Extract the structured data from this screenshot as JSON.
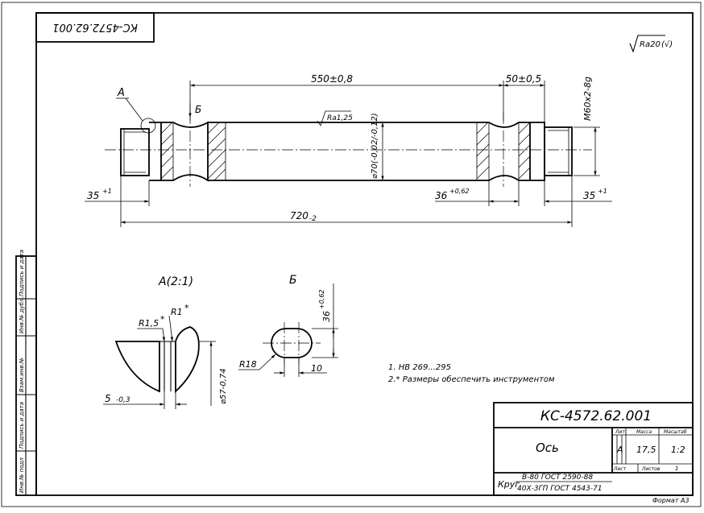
{
  "drawing": {
    "stamp_rotated": "КС-4572.62.001",
    "roughness_general": "Ra20",
    "roughness_general_mark": "(√)",
    "roughness_journal": "Ra1,25",
    "view_A_label": "А",
    "view_B_label": "Б",
    "dims": {
      "len_550": "550±0,8",
      "len_50": "50±0,5",
      "thread": "М60х2-8g",
      "diam_70": "⌀70(-0,02/-0,12)",
      "len_35_left": "35",
      "len_35_left_tol": "+1",
      "len_36": "36",
      "len_36_tol": "+0,62",
      "len_35_right": "35",
      "len_35_right_tol": "+1",
      "len_720": "720",
      "len_720_tol": "-2"
    },
    "detail_A": {
      "title": "А(2:1)",
      "r15": "R1,5",
      "r1": "R1",
      "star": "*",
      "diam_57": "⌀57-0,74",
      "len_5": "5",
      "len_5_tol": "-0,3"
    },
    "detail_B": {
      "title": "Б",
      "dim_36": "36",
      "dim_36_tol": "+0,62",
      "r18": "R18",
      "dim_10": "10"
    },
    "notes": [
      "1. НВ 269...295",
      "2.* Размеры обеспечить инструментом"
    ],
    "side_labels": [
      "Инв.№ подл",
      "Подпись и дата",
      "Взам.инв.№",
      "Инв.№ дубл.",
      "Подпись и дата"
    ],
    "title_block": {
      "designation": "КС-4572.62.001",
      "name": "Ось",
      "lit_header": "Лит.",
      "mass_header": "Масса",
      "scale_header": "Масштаб",
      "lit_value": "А",
      "mass_value": "17,5",
      "scale_value": "1:2",
      "sheet_label": "Лист",
      "sheets_label": "Листов",
      "sheets_value": "1",
      "material_prefix": "Круг",
      "material_line1": "В-80  ГОСТ 2590-88",
      "material_line2": "40Х-3ГП ГОСТ 4543-71"
    },
    "format": "Формат А3"
  }
}
